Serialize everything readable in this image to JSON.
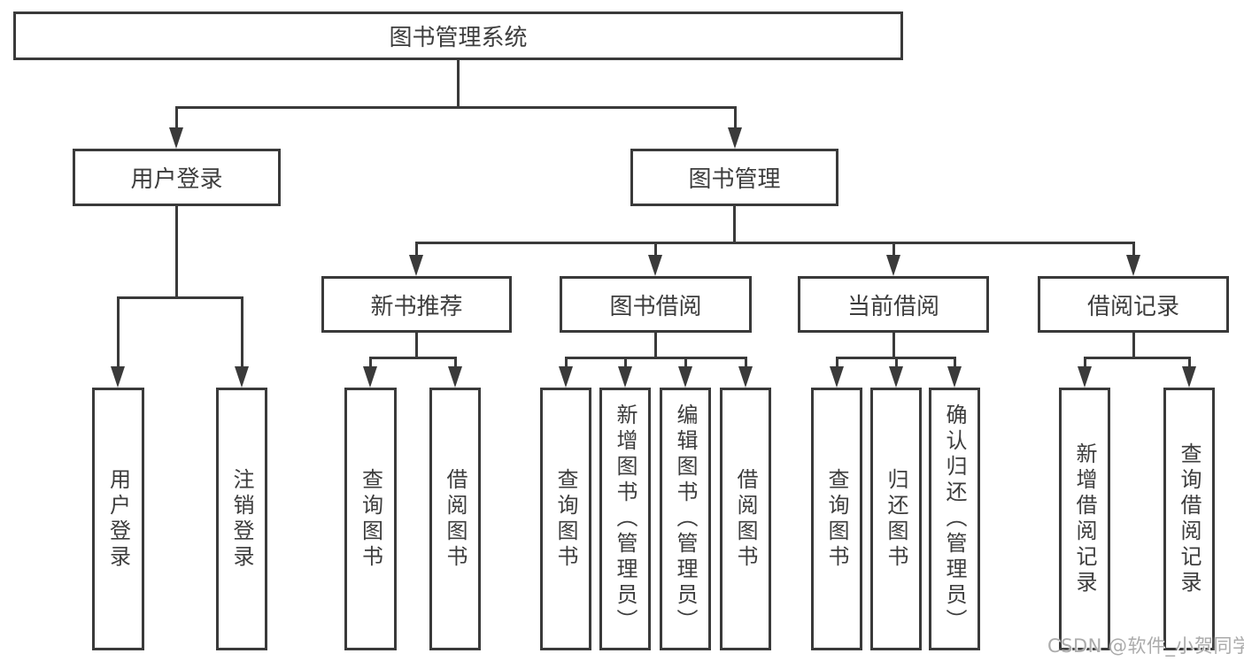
{
  "diagram": {
    "title": "图书管理系统",
    "root": {
      "label": "图书管理系统"
    },
    "level2": [
      {
        "label": "用户登录"
      },
      {
        "label": "图书管理"
      }
    ],
    "level3": [
      {
        "label": "新书推荐",
        "parent": "图书管理"
      },
      {
        "label": "图书借阅",
        "parent": "图书管理"
      },
      {
        "label": "当前借阅",
        "parent": "图书管理"
      },
      {
        "label": "借阅记录",
        "parent": "图书管理"
      }
    ],
    "leaves": [
      {
        "label": "用户登录",
        "parent": "用户登录"
      },
      {
        "label": "注销登录",
        "parent": "用户登录"
      },
      {
        "label": "查询图书",
        "parent": "新书推荐"
      },
      {
        "label": "借阅图书",
        "parent": "新书推荐"
      },
      {
        "label": "查询图书",
        "parent": "图书借阅"
      },
      {
        "label": "新增图书（管理员）",
        "parent": "图书借阅"
      },
      {
        "label": "编辑图书（管理员）",
        "parent": "图书借阅"
      },
      {
        "label": "借阅图书",
        "parent": "图书借阅"
      },
      {
        "label": "查询图书",
        "parent": "当前借阅"
      },
      {
        "label": "归还图书",
        "parent": "当前借阅"
      },
      {
        "label": "确认归还（管理员）",
        "parent": "当前借阅"
      },
      {
        "label": "新增借阅记录",
        "parent": "借阅记录"
      },
      {
        "label": "查询借阅记录",
        "parent": "借阅记录"
      }
    ],
    "colors": {
      "line": "#3a3a3a",
      "box_border": "#3a3a3a",
      "text": "#3d3d3d",
      "background": "#ffffff",
      "watermark": "#ababab"
    }
  },
  "watermark": {
    "text": "CSDN @软件_小贺同学"
  }
}
